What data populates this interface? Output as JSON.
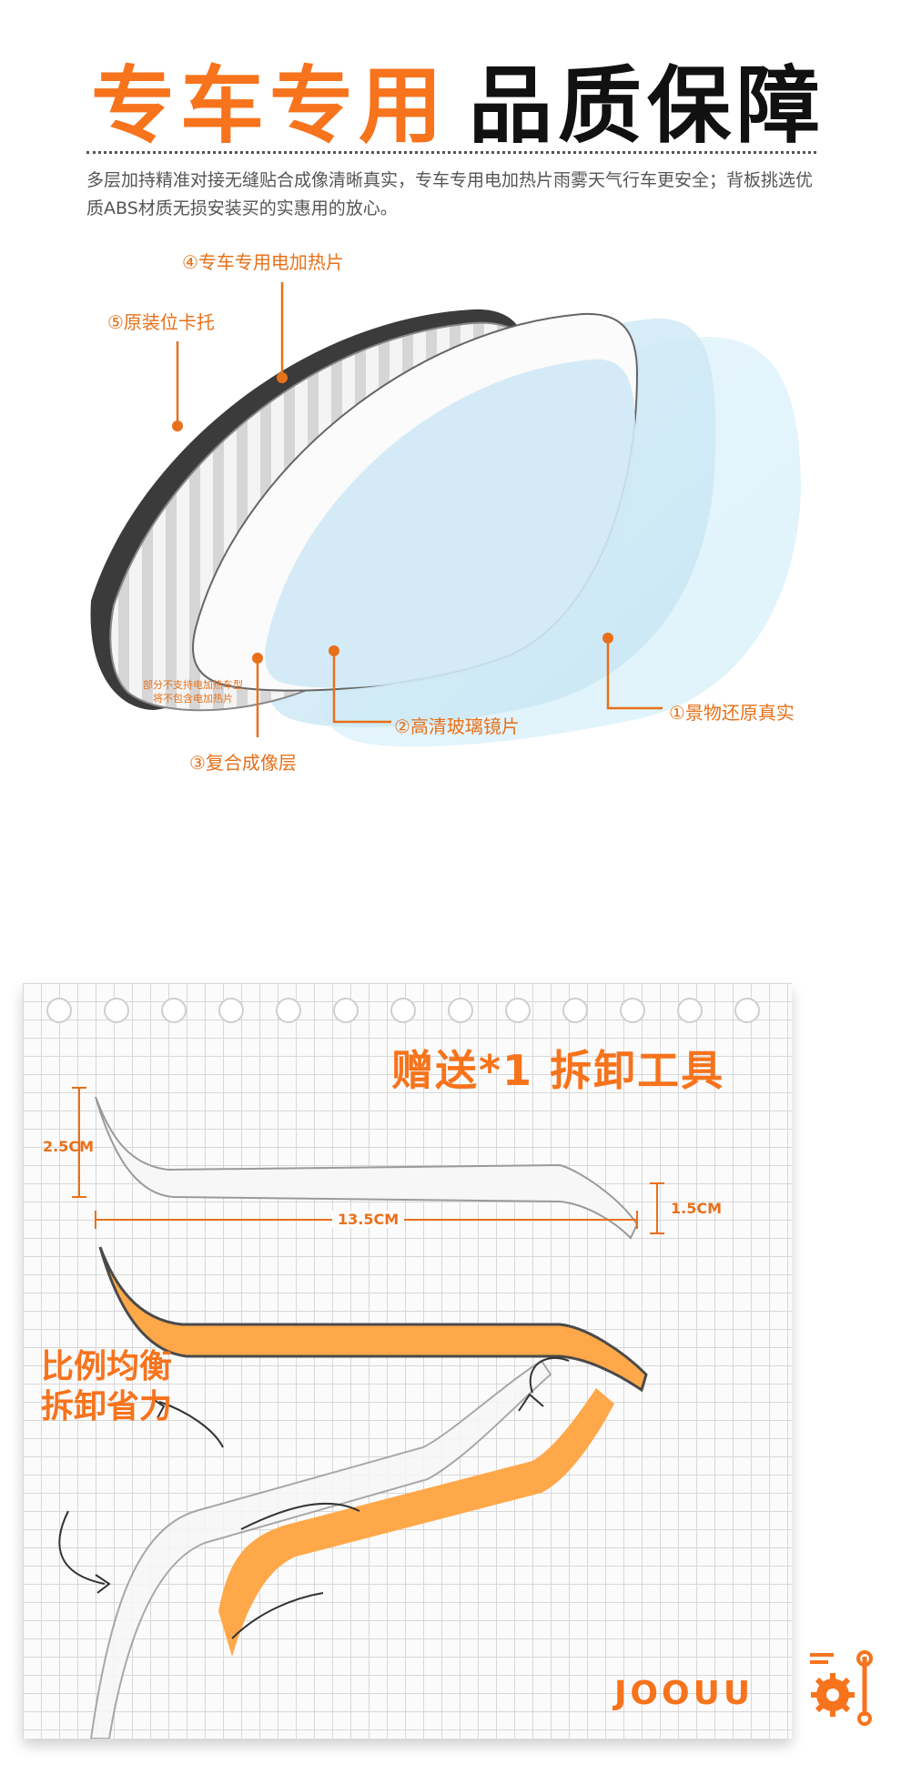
{
  "header": {
    "title_orange": "专车专用",
    "title_black": "品质保障",
    "intro": "多层加持精准对接无缝贴合成像清晰真实，专车专用电加热片雨雾天气行车更安全；背板挑选优质ABS材质无损安装买的实惠用的放心。"
  },
  "diagram": {
    "callouts": [
      "④专车专用电加热片",
      "⑤原装位卡托",
      "③复合成像层",
      "②高清玻璃镜片",
      "①景物还原真实"
    ],
    "note_line1": "部分不支持电加热车型",
    "note_line2": "将不包含电加热片"
  },
  "tool": {
    "title": "赠送*1 拆卸工具",
    "dim_height": "2.5CM",
    "dim_tip": "1.5CM",
    "dim_length": "13.5CM",
    "slogan_line1": "比例均衡",
    "slogan_line2": "拆卸省力",
    "brand": "JOOUU"
  },
  "colors": {
    "accent": "#f7731c",
    "tool_fill": "#ffa84a"
  },
  "icons": [
    "gear-wrench-icon"
  ]
}
